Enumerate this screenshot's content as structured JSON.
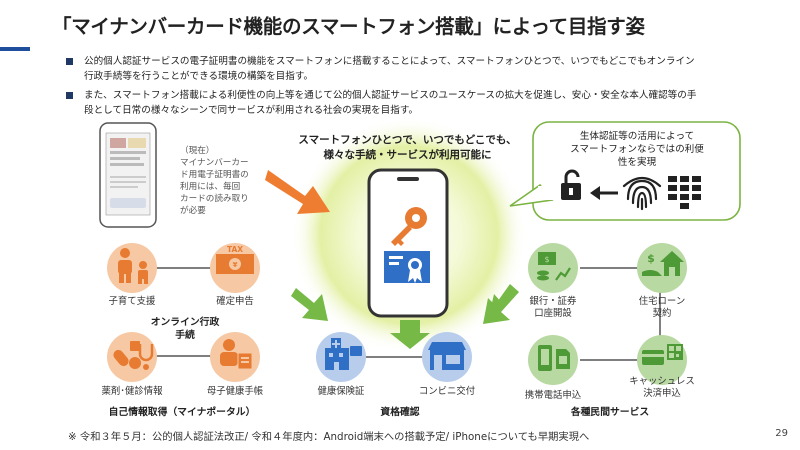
{
  "slide": {
    "title": "「マイナンバーカード機能のスマートフォン搭載」によって目指す姿",
    "page_number": "29",
    "accent_color": "#1f4e9c"
  },
  "bullets": [
    {
      "line1": "公的個人認証サービスの電子証明書の機能をスマートフォンに搭載することによって、スマートフォンひとつで、いつでもどこでもオンライン",
      "line2": "行政手続等を行うことができる環境の構築を目指す。"
    },
    {
      "line1": "また、スマートフォン搭載による利便性の向上等を通じて公的個人認証サービスのユースケースの拡大を促進し、安心・安全な本人確認等の手",
      "line2": "段として日常の様々なシーンで同サービスが利用される社会の実現を目指す。"
    }
  ],
  "current_note": {
    "line1": "（現在）",
    "line2": "マイナンバーカー",
    "line3": "ド用電子証明書の",
    "line4": "利用には、毎回",
    "line5": "カードの読み取り",
    "line6": "が必要"
  },
  "center": {
    "line1": "スマートフォンひとつで、いつでもどこでも、",
    "line2": "様々な手続・サービスが利用可能に"
  },
  "biometric": {
    "line1": "生体認証等の活用によって",
    "line2": "スマートフォンならではの利便",
    "line3": "性を実現",
    "icons": [
      "unlock-icon",
      "arrow-left-icon",
      "fingerprint-icon",
      "keypad-icon"
    ]
  },
  "groups": {
    "online": {
      "label_line1": "オンライン行政",
      "label_line2": "手続",
      "items": [
        {
          "label": "子育て支援",
          "icon": "family-icon"
        },
        {
          "label": "確定申告",
          "icon": "tax-icon",
          "badge": "TAX"
        }
      ]
    },
    "portal": {
      "label": "自己情報取得（マイナポータル）",
      "items": [
        {
          "label": "薬剤･健診情報",
          "icon": "medicine-icon"
        },
        {
          "label": "母子健康手帳",
          "icon": "mother-child-icon"
        }
      ]
    },
    "qualification": {
      "label": "資格確認",
      "items": [
        {
          "label": "健康保険証",
          "icon": "hospital-icon"
        },
        {
          "label": "コンビニ交付",
          "icon": "store-icon"
        }
      ]
    },
    "private": {
      "label": "各種民間サービス",
      "items": [
        {
          "label_line1": "銀行・証券",
          "label_line2": "口座開設",
          "icon": "bank-icon"
        },
        {
          "label_line1": "住宅ローン",
          "label_line2": "契約",
          "icon": "house-loan-icon"
        },
        {
          "label_line1": "携帯電話申込",
          "label_line2": "",
          "icon": "mobile-sim-icon"
        },
        {
          "label_line1": "キャッシュレス",
          "label_line2": "決済申込",
          "icon": "cashless-icon"
        }
      ]
    }
  },
  "footnote": "※ 令和３年５月：公的個人認証法改正/ 令和４年度内：Android端末への搭載予定/ iPhoneについても早期実現へ",
  "colors": {
    "orange_circle": "#f6c9a4",
    "orange_icon": "#e77b32",
    "blue_circle": "#b8cdec",
    "blue_icon": "#2f6fc5",
    "green_circle": "#b9d9a3",
    "green_icon": "#4e9a36",
    "connector": "#555555",
    "glow": "#e6f2a0",
    "arrow_green": "#76b947"
  }
}
